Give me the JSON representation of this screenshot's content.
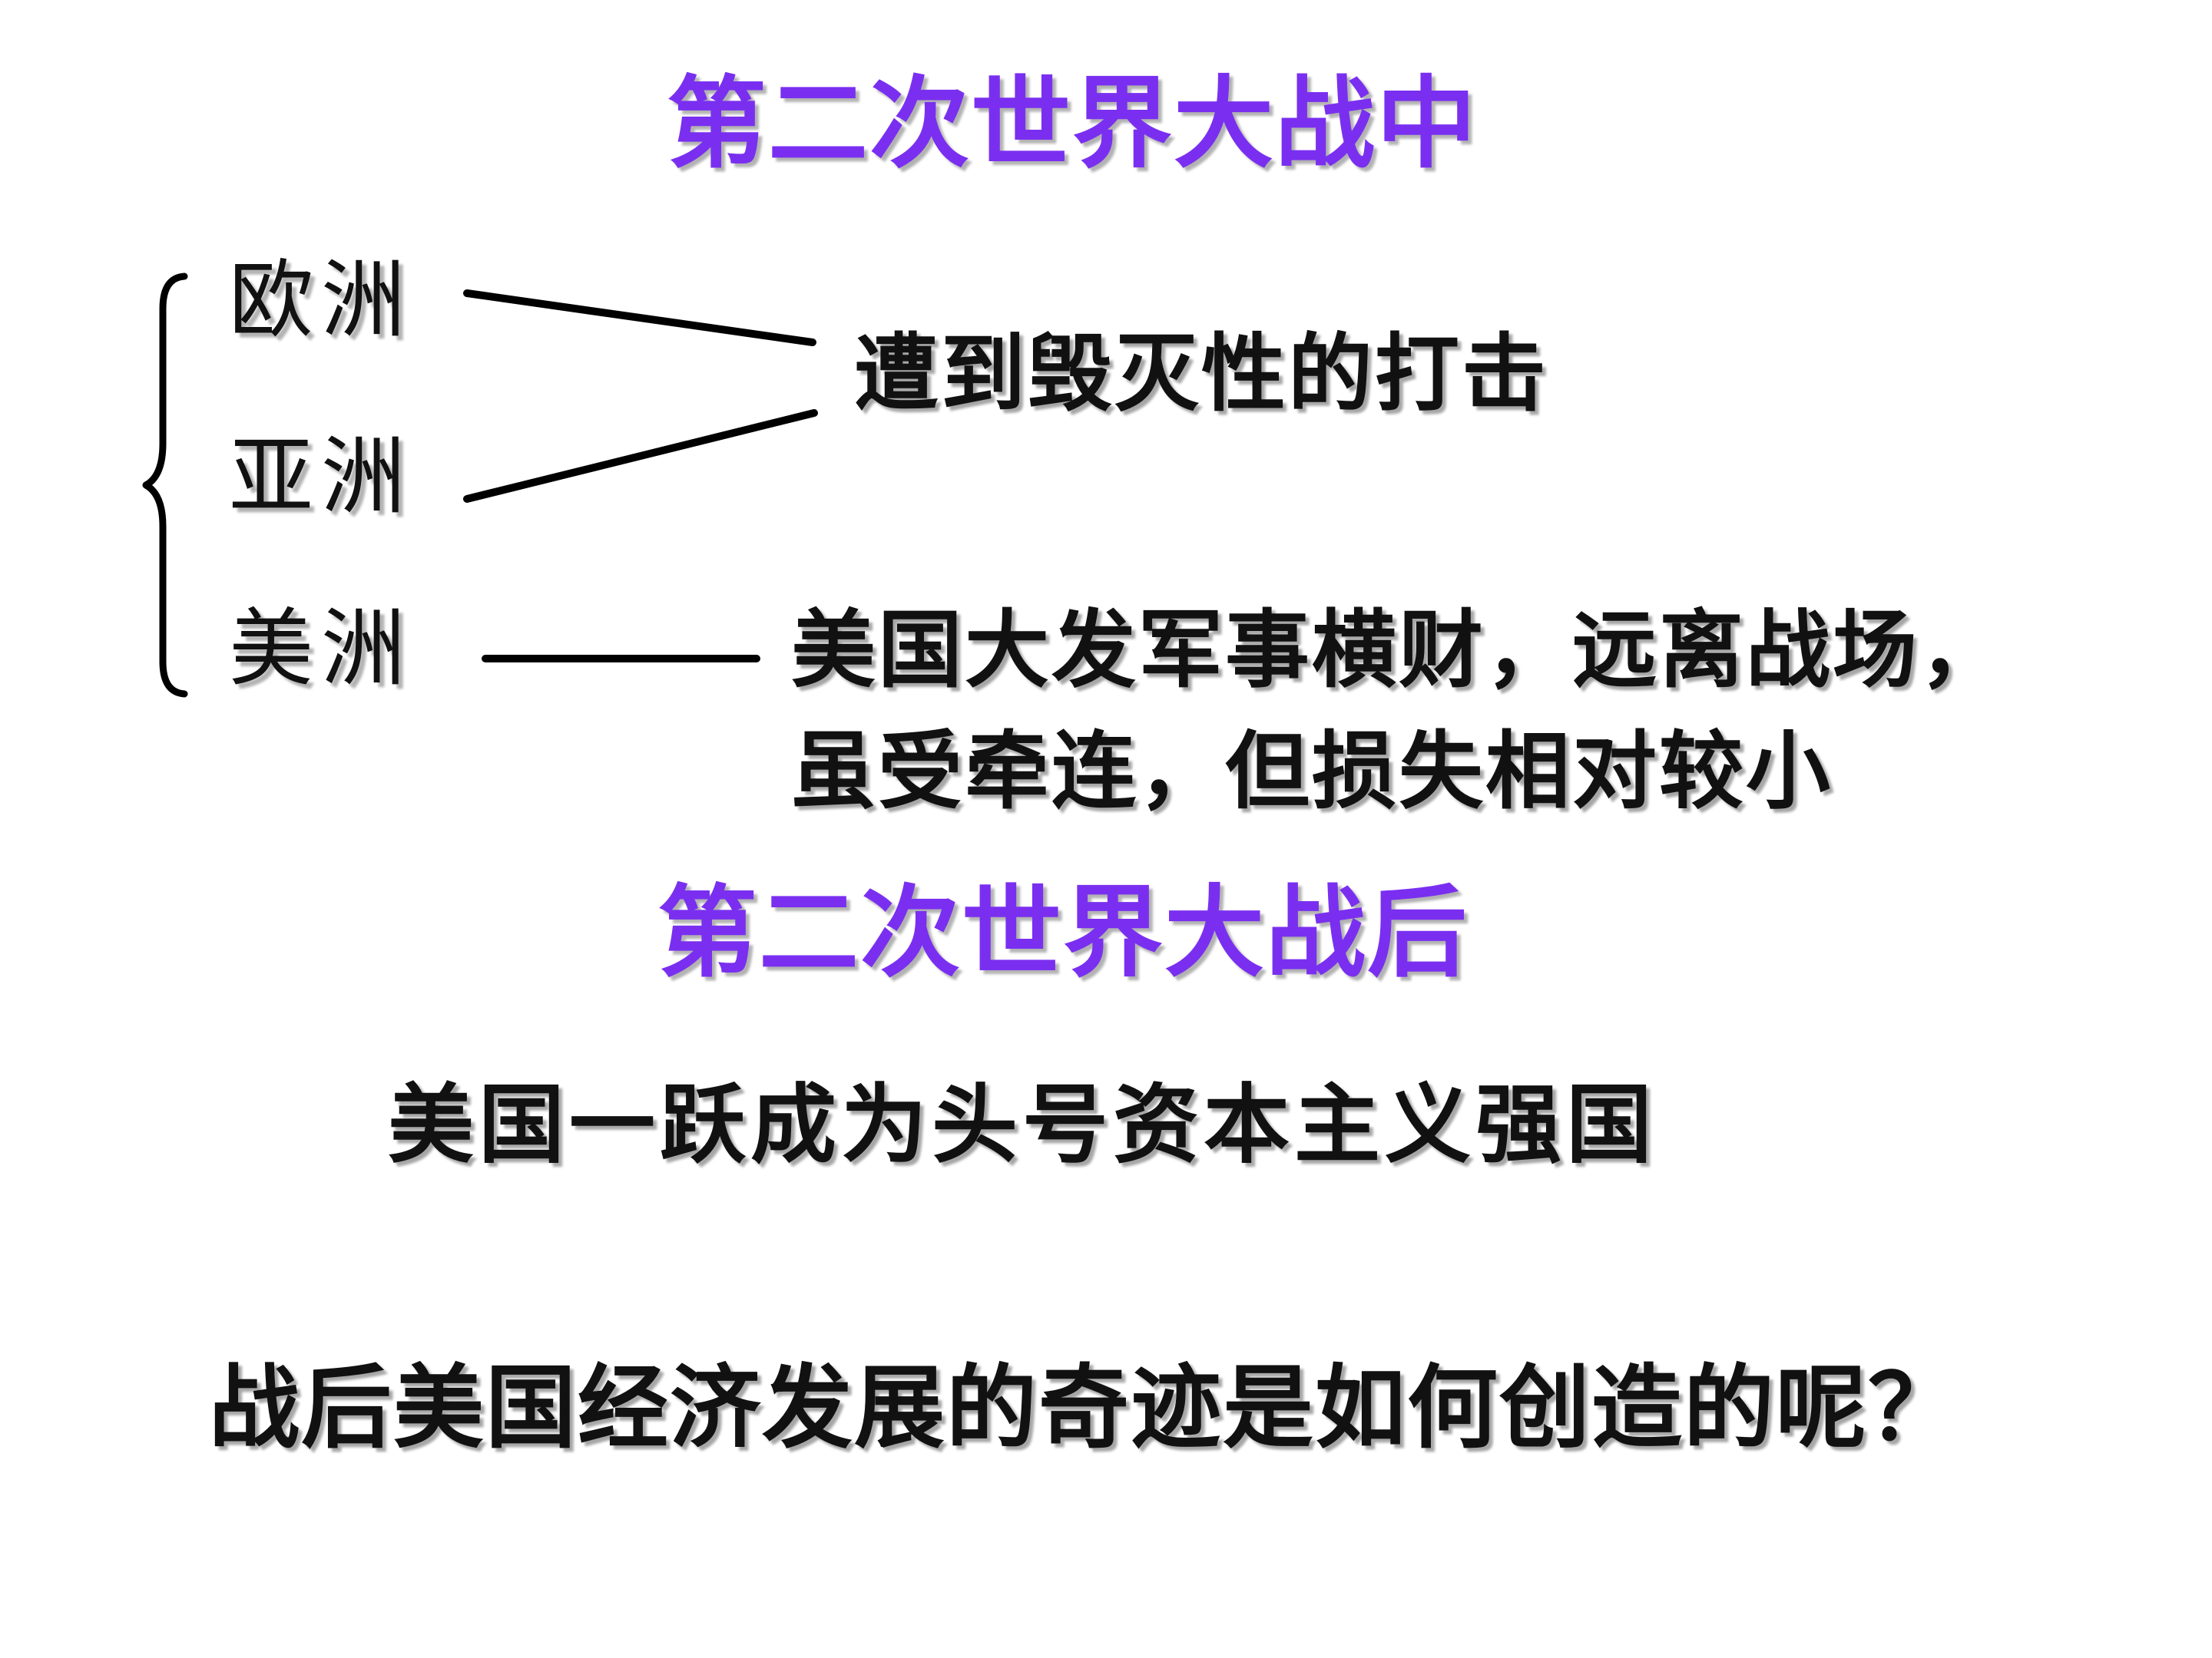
{
  "during_war": {
    "title": "第二次世界大战中",
    "regions": {
      "europe": "欧洲",
      "asia": "亚洲",
      "america": "美洲"
    },
    "europe_asia_result": "遭到毁灭性的打击",
    "america_result": {
      "line1": "美国大发军事横财，远离战场，",
      "line2": "虽受牵连，但损失相对较小"
    }
  },
  "after_war": {
    "title": "第二次世界大战后",
    "statement": "美国一跃成为头号资本主义强国",
    "question": "战后美国经济发展的奇迹是如何创造的呢？"
  },
  "colors": {
    "title": "#7a2ff0",
    "text": "#111111"
  }
}
